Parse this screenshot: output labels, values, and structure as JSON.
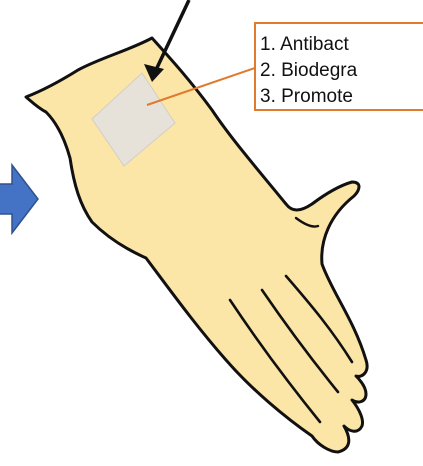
{
  "diagram": {
    "callout": {
      "items": [
        "1. Antibact",
        "2. Biodegra",
        "3. Promote"
      ]
    }
  },
  "colors": {
    "hand_fill": "#FBE6A8",
    "hand_outline": "#111111",
    "patch_fill": "#E6E2DA",
    "callout_border": "#E07A2C",
    "leader_line": "#E07A2C",
    "pointer_arrow": "#111111",
    "flow_arrow": "#4472C4"
  }
}
